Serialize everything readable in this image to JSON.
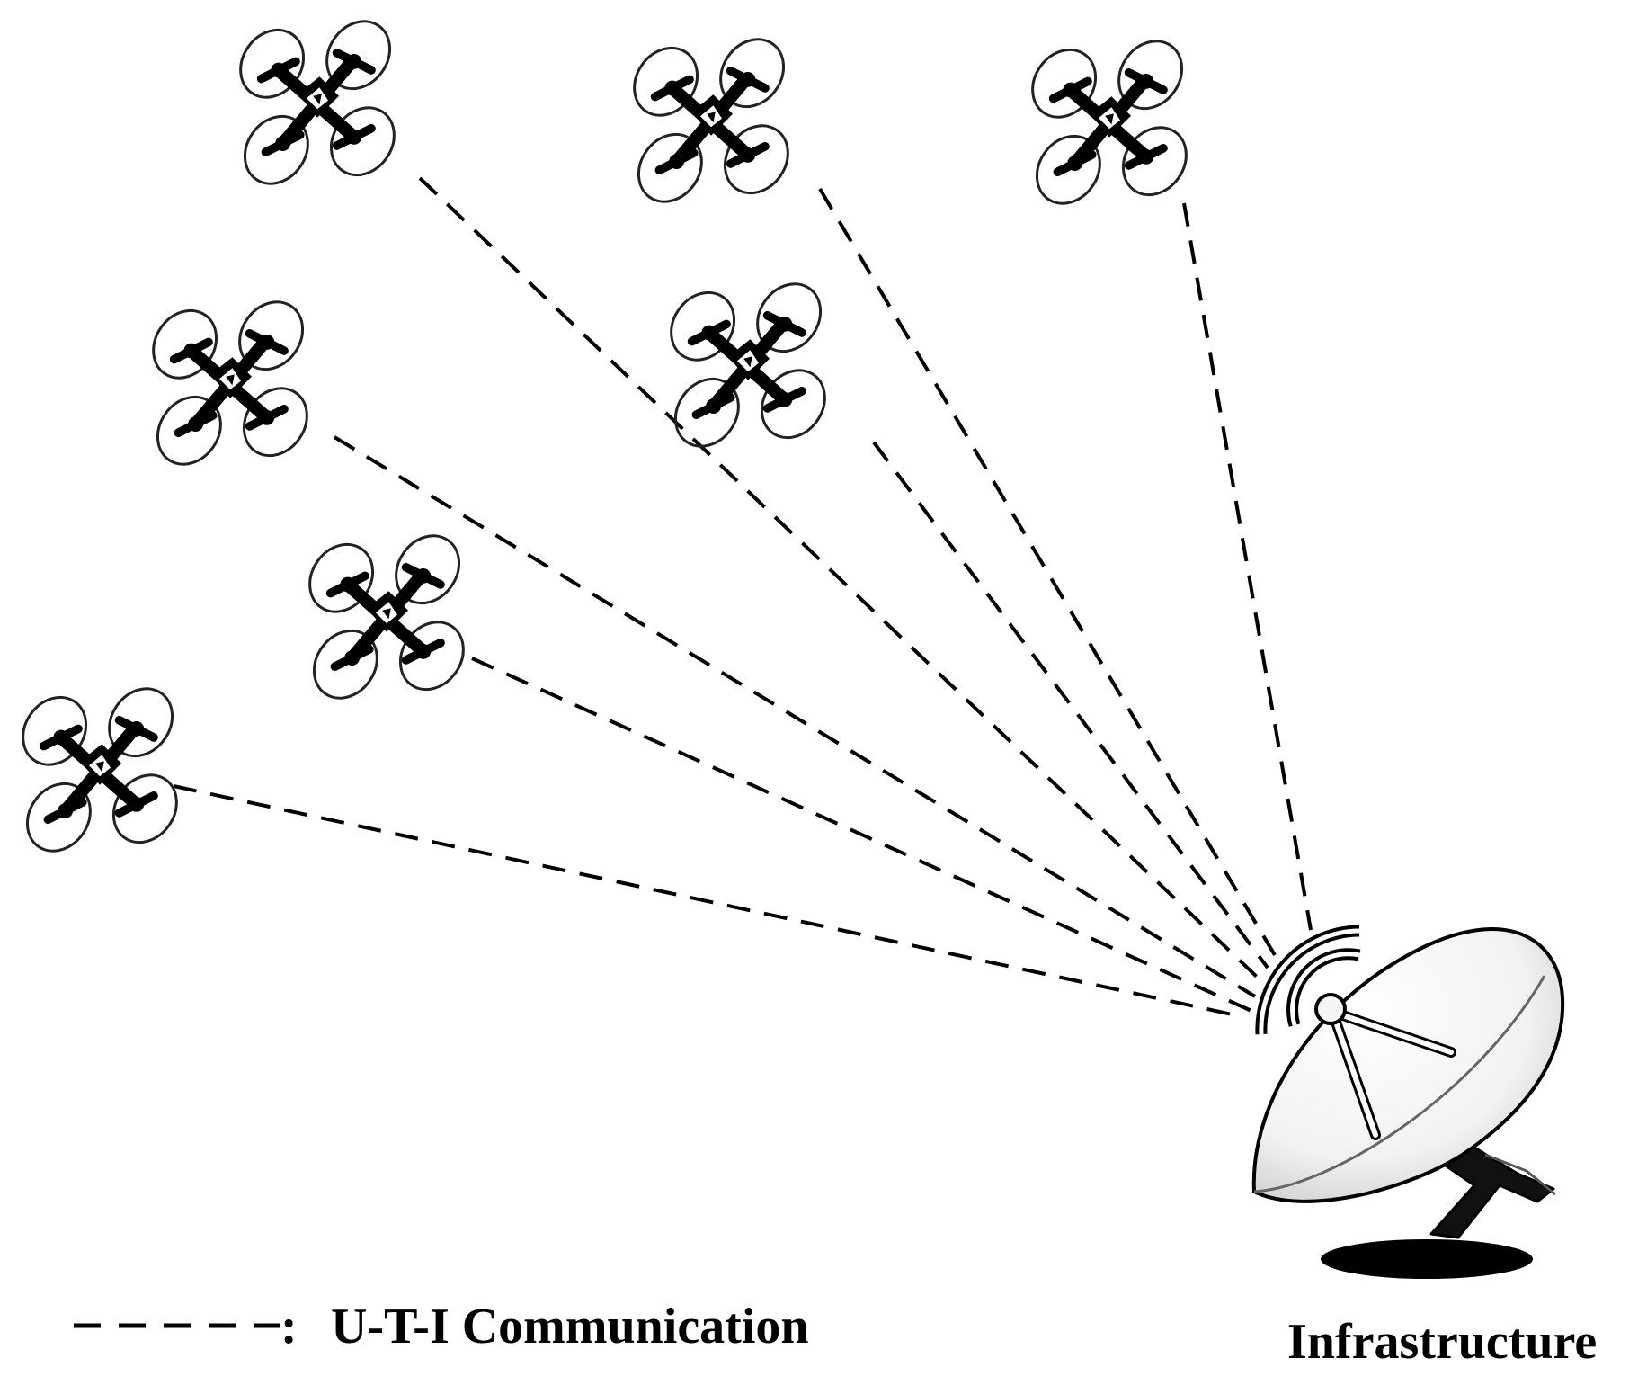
{
  "legend": {
    "label": "U-T-I Communication",
    "separator": ":"
  },
  "infrastructure": {
    "label": "Infrastructure",
    "icon": "satellite-dish-icon"
  },
  "drones": {
    "icon": "quadcopter-drone-icon",
    "count": 7
  },
  "colors": {
    "line": "#000000",
    "background": "#ffffff"
  }
}
